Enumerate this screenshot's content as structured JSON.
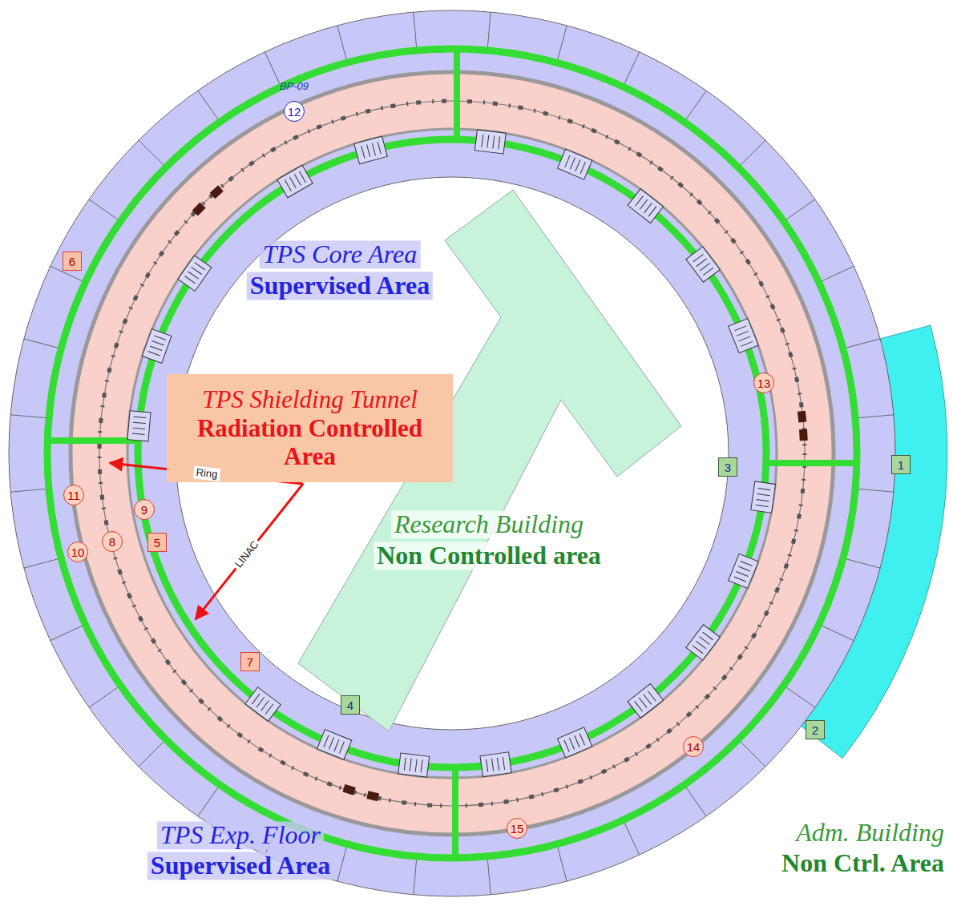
{
  "diagram": {
    "nodes": [
      {
        "text": [
          "TPS Shielding Tunnel",
          "Radiation Controlled Area"
        ]
      },
      {
        "text": [
          "1"
        ]
      },
      {
        "text": [
          "2"
        ]
      },
      {
        "text": [
          "3"
        ]
      },
      {
        "text": [
          "4"
        ]
      },
      {
        "text": [
          "5"
        ]
      },
      {
        "text": [
          "6"
        ]
      },
      {
        "text": [
          "7"
        ]
      },
      {
        "text": [
          "8"
        ]
      },
      {
        "text": [
          "9"
        ]
      },
      {
        "text": [
          "10"
        ]
      },
      {
        "text": [
          "11"
        ]
      },
      {
        "text": [
          "12"
        ]
      },
      {
        "text": [
          "13"
        ]
      },
      {
        "text": [
          "14"
        ]
      },
      {
        "text": [
          "15"
        ]
      }
    ],
    "labels": [
      "BP-09",
      "TPS Core Area",
      "Supervised Area",
      "Research Building",
      "Non Controlled area",
      "Adm. Building",
      "Non Ctrl. Area",
      "TPS Exp. Floor",
      "Supervised Area",
      "Ring",
      "LINAC"
    ]
  }
}
